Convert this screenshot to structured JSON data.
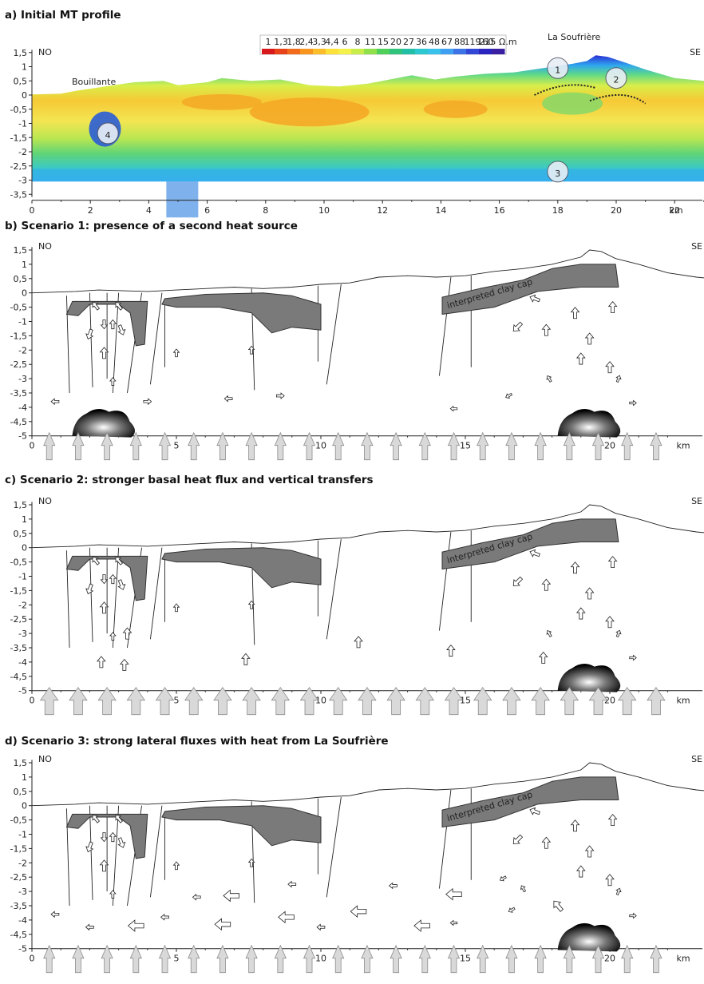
{
  "panel_a": {
    "title": "a) Initial MT profile",
    "left_label": "NO",
    "right_label": "SE",
    "town_label": "Bouillante",
    "volcano_label": "La Soufrière",
    "markers": [
      "1",
      "2",
      "3",
      "4"
    ],
    "y_ticks": [
      "1,5",
      "1",
      "0,5",
      "0",
      "-0,5",
      "-1",
      "-1,5",
      "-2",
      "-2,5",
      "-3",
      "-3,5"
    ],
    "x_ticks": [
      "0",
      "2",
      "4",
      "6",
      "8",
      "10",
      "12",
      "14",
      "16",
      "18",
      "20",
      "22"
    ],
    "x_unit": "km",
    "colorbar_ticks": [
      "1",
      "1,3",
      "1,8",
      "2,4",
      "3,3",
      "4,4",
      "6",
      "8",
      "11",
      "15",
      "20",
      "27",
      "36",
      "48",
      "67",
      "88",
      "119",
      "160",
      "215 Ω.m"
    ],
    "colorbar_colors": [
      "#d7191c",
      "#e8421a",
      "#f26b1c",
      "#f7951f",
      "#fbbd2a",
      "#fde13b",
      "#f4f14a",
      "#c8ed4a",
      "#8fe04a",
      "#4fd05a",
      "#2fc37c",
      "#22bfa6",
      "#2cc7cf",
      "#39c1ec",
      "#3f9ff0",
      "#3c74e6",
      "#3347d6",
      "#2a23bf",
      "#3a1fa3"
    ]
  },
  "scenarios": [
    {
      "title": "b) Scenario 1: presence of a second heat source",
      "left_label": "NO",
      "right_label": "SE",
      "clay_cap_label": "interpreted clay cap"
    },
    {
      "title": "c) Scenario 2: stronger basal heat flux and vertical transfers",
      "left_label": "NO",
      "right_label": "SE",
      "clay_cap_label": "interpreted clay cap"
    },
    {
      "title": "d) Scenario 3: strong lateral fluxes with heat from La Soufrière",
      "left_label": "NO",
      "right_label": "SE",
      "clay_cap_label": "interpreted clay cap"
    }
  ],
  "scenario_y_ticks": [
    "1,5",
    "1",
    "0,5",
    "0",
    "-0,5",
    "-1",
    "-1,5",
    "-2",
    "-2,5",
    "-3",
    "-3,5",
    "-4",
    "-4,5",
    "-5"
  ],
  "scenario_x_ticks": [
    "0",
    "5",
    "10",
    "15",
    "20"
  ],
  "scenario_x_unit": "km"
}
